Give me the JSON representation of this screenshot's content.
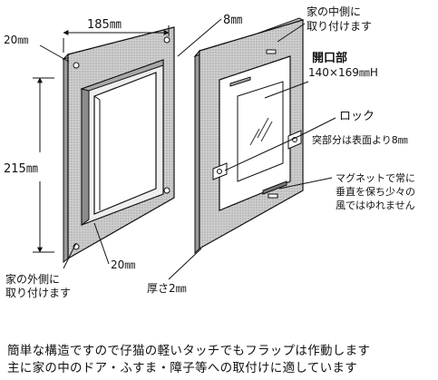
{
  "dimensions": {
    "width_label": "185㎜",
    "height_label": "215㎜",
    "margin_top_label": "20㎜",
    "margin_bottom_label": "20㎜",
    "depth_label": "8㎜",
    "thickness_label": "厚さ2㎜"
  },
  "labels": {
    "inside_line1": "家の中側に",
    "inside_line2": "取り付けます",
    "outside_line1": "家の外側に",
    "outside_line2": "取り付けます",
    "opening_title": "開口部",
    "opening_size": "140×169㎜H",
    "lock": "ロック",
    "protrusion": "突部分は表面より8㎜",
    "magnet_line1": "マグネットで常に",
    "magnet_line2": "垂直を保ち少々の",
    "magnet_line3": "風ではゆれません"
  },
  "caption": {
    "line1": "簡単な構造ですので仔猫の軽いタッチでもフラップは作動します",
    "line2": "主に家の中のドア・ふすま・障子等への取付けに適しています"
  },
  "colors": {
    "frame_fill": "#d6d6d6",
    "line": "#111111",
    "background": "#ffffff"
  }
}
